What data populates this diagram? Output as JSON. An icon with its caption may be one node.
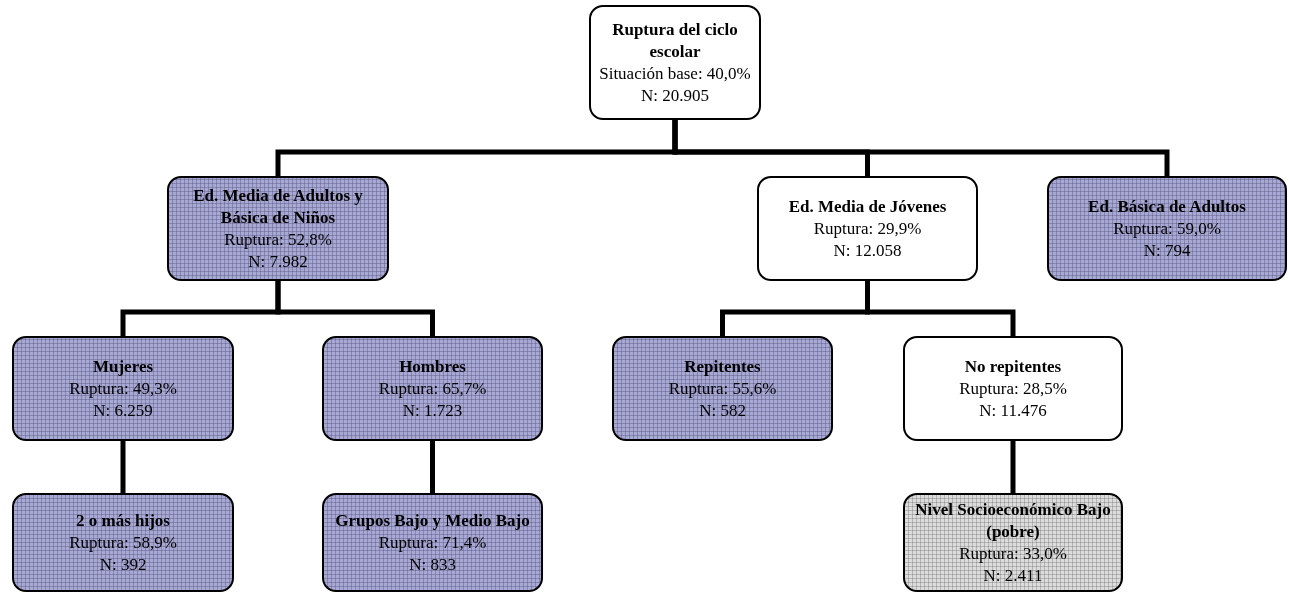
{
  "diagram": {
    "nodes": [
      {
        "text": [
          "Ruptura del ciclo escolar",
          "Situación base: 40,0%",
          "N: 20.905"
        ]
      },
      {
        "text": [
          "Ed. Media de Adultos y Básica de Niños",
          "Ruptura: 52,8%",
          "N: 7.982"
        ]
      },
      {
        "text": [
          "Ed. Media de Jóvenes",
          "Ruptura: 29,9%",
          "N: 12.058"
        ]
      },
      {
        "text": [
          "Ed. Básica de Adultos",
          "Ruptura: 59,0%",
          "N: 794"
        ]
      },
      {
        "text": [
          "Mujeres",
          "Ruptura: 49,3%",
          "N: 6.259"
        ]
      },
      {
        "text": [
          "Hombres",
          "Ruptura: 65,7%",
          "N: 1.723"
        ]
      },
      {
        "text": [
          "Repitentes",
          "Ruptura: 55,6%",
          "N: 582"
        ]
      },
      {
        "text": [
          "No repitentes",
          "Ruptura: 28,5%",
          "N: 11.476"
        ]
      },
      {
        "text": [
          "2 o más hijos",
          "Ruptura: 58,9%",
          "N: 392"
        ]
      },
      {
        "text": [
          "Grupos Bajo y Medio Bajo",
          "Ruptura: 71,4%",
          "N: 833"
        ]
      },
      {
        "text": [
          "Nivel Socioeconómico Bajo (pobre)",
          "Ruptura: 33,0%",
          "N: 2.411"
        ]
      }
    ],
    "edges": [
      {
        "from": 0,
        "to": 1,
        "arrow": "none"
      },
      {
        "from": 0,
        "to": 2,
        "arrow": "none"
      },
      {
        "from": 0,
        "to": 3,
        "arrow": "none"
      },
      {
        "from": 1,
        "to": 4,
        "arrow": "none"
      },
      {
        "from": 1,
        "to": 5,
        "arrow": "none"
      },
      {
        "from": 2,
        "to": 6,
        "arrow": "none"
      },
      {
        "from": 2,
        "to": 7,
        "arrow": "none"
      },
      {
        "from": 4,
        "to": 8,
        "arrow": "none"
      },
      {
        "from": 5,
        "to": 9,
        "arrow": "none"
      },
      {
        "from": 7,
        "to": 10,
        "arrow": "none"
      }
    ]
  }
}
